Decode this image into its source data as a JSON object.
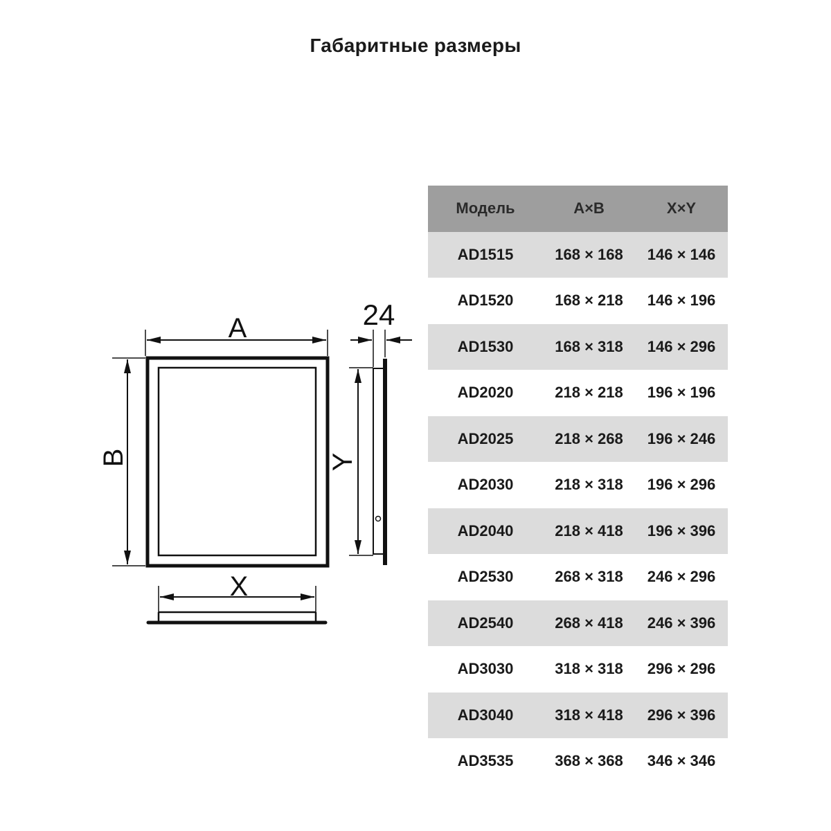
{
  "title": "Габаритные размеры",
  "dimension_labels": {
    "a": "A",
    "b": "B",
    "x": "X",
    "y": "Y",
    "depth": "24"
  },
  "table": {
    "headers": [
      "Модель",
      "A×B",
      "X×Y"
    ],
    "rows": [
      [
        "AD1515",
        "168 × 168",
        "146 × 146"
      ],
      [
        "AD1520",
        "168 × 218",
        "146 × 196"
      ],
      [
        "AD1530",
        "168 × 318",
        "146 × 296"
      ],
      [
        "AD2020",
        "218 × 218",
        "196 × 196"
      ],
      [
        "AD2025",
        "218 × 268",
        "196 × 246"
      ],
      [
        "AD2030",
        "218 × 318",
        "196 × 296"
      ],
      [
        "AD2040",
        "218 × 418",
        "196 × 396"
      ],
      [
        "AD2530",
        "268 × 318",
        "246 × 296"
      ],
      [
        "AD2540",
        "268 × 418",
        "246 × 396"
      ],
      [
        "AD3030",
        "318 × 318",
        "296 × 296"
      ],
      [
        "AD3040",
        "318 × 418",
        "296 × 396"
      ],
      [
        "AD3535",
        "368 × 368",
        "346 × 346"
      ]
    ]
  }
}
